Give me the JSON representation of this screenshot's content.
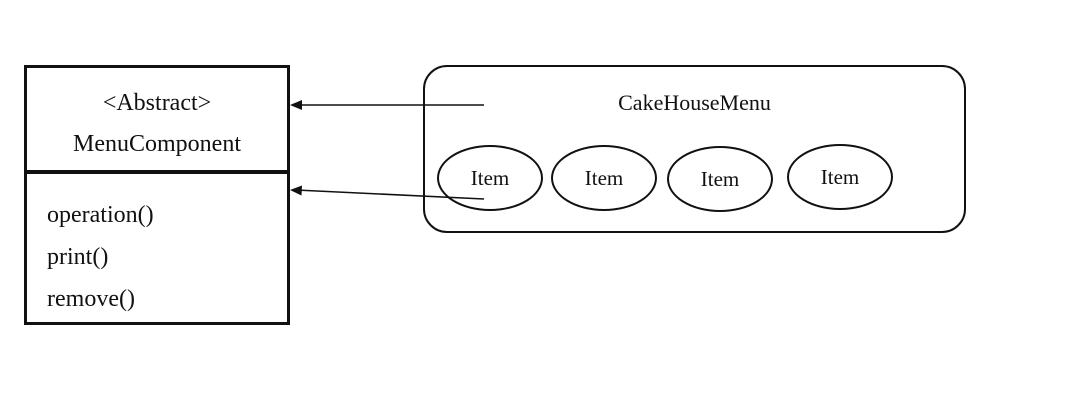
{
  "class_box": {
    "stereotype": "<Abstract>",
    "name": "MenuComponent",
    "methods": [
      "operation()",
      "print()",
      "remove()"
    ]
  },
  "menu_box": {
    "title": "CakeHouseMenu",
    "items": [
      "Item",
      "Item",
      "Item",
      "Item"
    ]
  },
  "colors": {
    "line": "#111111",
    "background": "#ffffff"
  }
}
